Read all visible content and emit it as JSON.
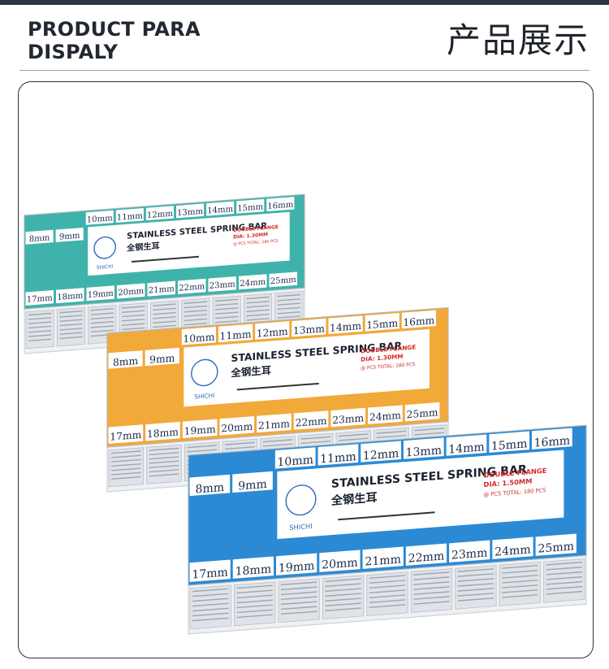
{
  "header": {
    "title_en_line1": "PRODUCT PARA",
    "title_en_line2": "DISPALY",
    "title_zh": "产品展示"
  },
  "colors": {
    "teal": "#3fb3ab",
    "orange": "#f1a93a",
    "blue": "#2c8ad4",
    "title_bar": "#2d3340"
  },
  "label": {
    "product_name_en": "STAINLESS STEEL SPRING BAR",
    "product_name_zh": "全钢生耳",
    "flange": "DOUBLE FLANGE",
    "pcs_line": "@ PCS TOTAL: 180 PCS",
    "brand": "SHICHI"
  },
  "boxes": [
    {
      "color": "teal",
      "dia": "DIA: 1.30MM",
      "top_sizes": [
        "10mm",
        "11mm",
        "12mm",
        "13mm",
        "14mm",
        "15mm",
        "16mm"
      ],
      "left_sizes": [
        "8mm",
        "9mm"
      ],
      "bottom_sizes": [
        "17mm",
        "18mm",
        "19mm",
        "20mm",
        "21mm",
        "22mm",
        "23mm",
        "24mm",
        "25mm"
      ]
    },
    {
      "color": "orange",
      "dia": "DIA: 1.30MM",
      "top_sizes": [
        "10mm",
        "11mm",
        "12mm",
        "13mm",
        "14mm",
        "15mm",
        "16mm"
      ],
      "left_sizes": [
        "8mm",
        "9mm"
      ],
      "bottom_sizes": [
        "17mm",
        "18mm",
        "19mm",
        "20mm",
        "21mm",
        "22mm",
        "23mm",
        "24mm",
        "25mm"
      ]
    },
    {
      "color": "blue",
      "dia": "DIA: 1.50MM",
      "top_sizes": [
        "10mm",
        "11mm",
        "12mm",
        "13mm",
        "14mm",
        "15mm",
        "16mm"
      ],
      "left_sizes": [
        "8mm",
        "9mm"
      ],
      "bottom_sizes": [
        "17mm",
        "18mm",
        "19mm",
        "20mm",
        "21mm",
        "22mm",
        "23mm",
        "24mm",
        "25mm"
      ]
    }
  ]
}
